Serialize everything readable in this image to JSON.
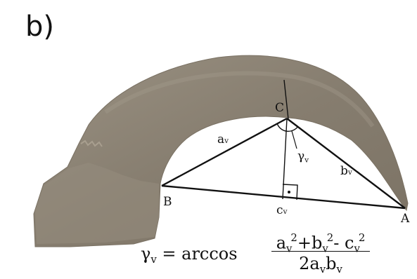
{
  "panel_label": "b)",
  "points": {
    "A": "A",
    "B": "B",
    "C": "C"
  },
  "sides": {
    "a": "a",
    "b": "b",
    "c": "c",
    "sub": "v"
  },
  "angle": {
    "symbol": "γ",
    "sub": "v"
  },
  "formula": {
    "lhs": "γ",
    "lhs_sub": "v",
    "equals": "= arccos",
    "num_a": "a",
    "num_b": "b",
    "num_c": "c",
    "sub": "v",
    "sup": "2",
    "plus": "+",
    "minus": "- ",
    "den_coef": "2",
    "den_a": "a",
    "den_b": "b"
  },
  "colors": {
    "claw": "#8d8476",
    "claw_dark": "#6f675b",
    "line": "#111111"
  }
}
